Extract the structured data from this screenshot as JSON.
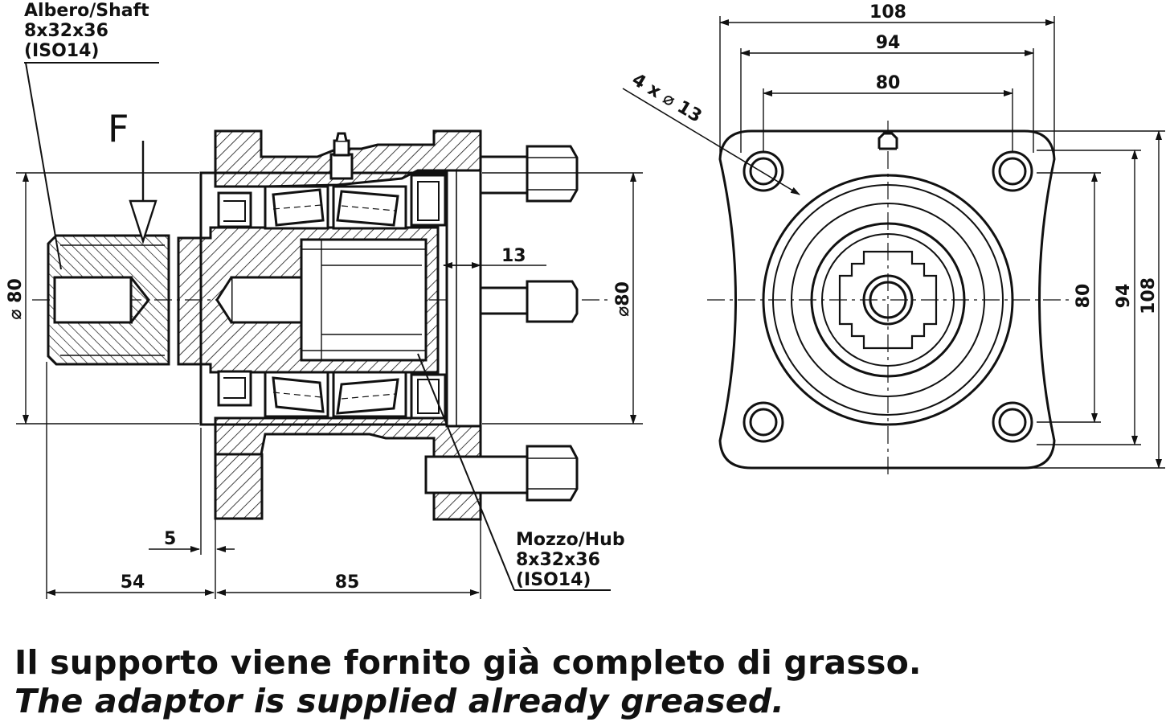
{
  "callouts": {
    "shaft": [
      "Albero/Shaft",
      "8x32x36",
      "(ISO14)"
    ],
    "hub": [
      "Mozzo/Hub",
      "8x32x36",
      "(ISO14)"
    ],
    "force": "F",
    "holes": "4 x ⌀ 13"
  },
  "dimensions": {
    "side_left_diameter": "⌀ 80",
    "side_right_diameter": "⌀80",
    "offset_13": "13",
    "offset_5": "5",
    "length_54": "54",
    "length_85": "85",
    "front_top_108": "108",
    "front_top_94": "94",
    "front_top_80": "80",
    "front_right_80": "80",
    "front_right_94": "94",
    "front_right_108": "108"
  },
  "notes": {
    "italian": "Il supporto viene fornito già completo di grasso.",
    "english": "The adaptor is supplied already greased."
  },
  "colors": {
    "ink": "#111111",
    "background": "#ffffff"
  }
}
